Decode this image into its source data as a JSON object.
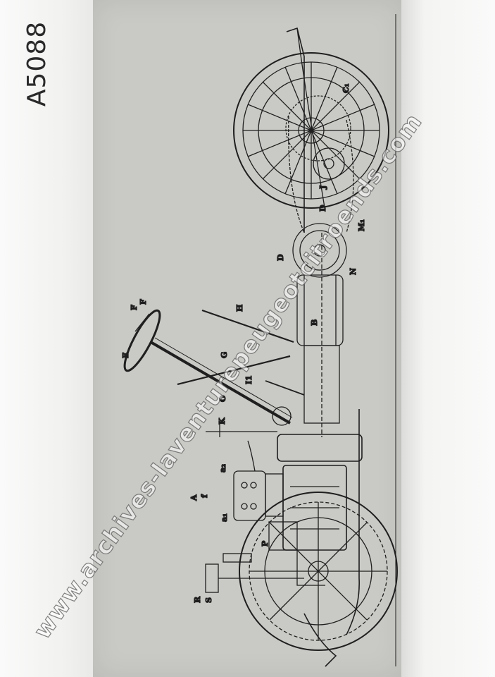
{
  "reference_code": "A5088",
  "watermark": "www.archives-laventurepeugeotcitroends.com",
  "callouts": {
    "a1": "a₁",
    "a2": "a₂",
    "A": "A",
    "f": "f",
    "B": "B",
    "C1": "C₁",
    "D": "D",
    "D1": "D",
    "E": "E",
    "F": "F",
    "F1": "F",
    "G": "G",
    "H": "H",
    "I1": "I1",
    "J": "J",
    "K": "K",
    "M1": "M₁",
    "N": "N",
    "O": "O",
    "P": "P",
    "R": "R",
    "S": "S"
  }
}
